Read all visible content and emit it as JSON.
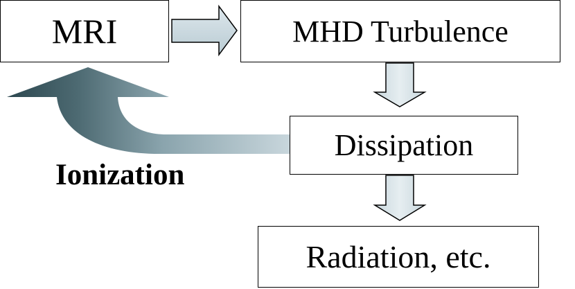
{
  "boxes": {
    "mri": "MRI",
    "mhd_turbulence": "MHD Turbulence",
    "dissipation": "Dissipation",
    "radiation": "Radiation, etc."
  },
  "labels": {
    "ionization": "Ionization"
  },
  "colors": {
    "arrow_fill_light": "#dde7ec",
    "arrow_fill_mid": "#b9cbd3",
    "curved_arrow_dark": "#2c474f",
    "curved_arrow_light": "#c8d6dc",
    "box_border": "#000000"
  }
}
